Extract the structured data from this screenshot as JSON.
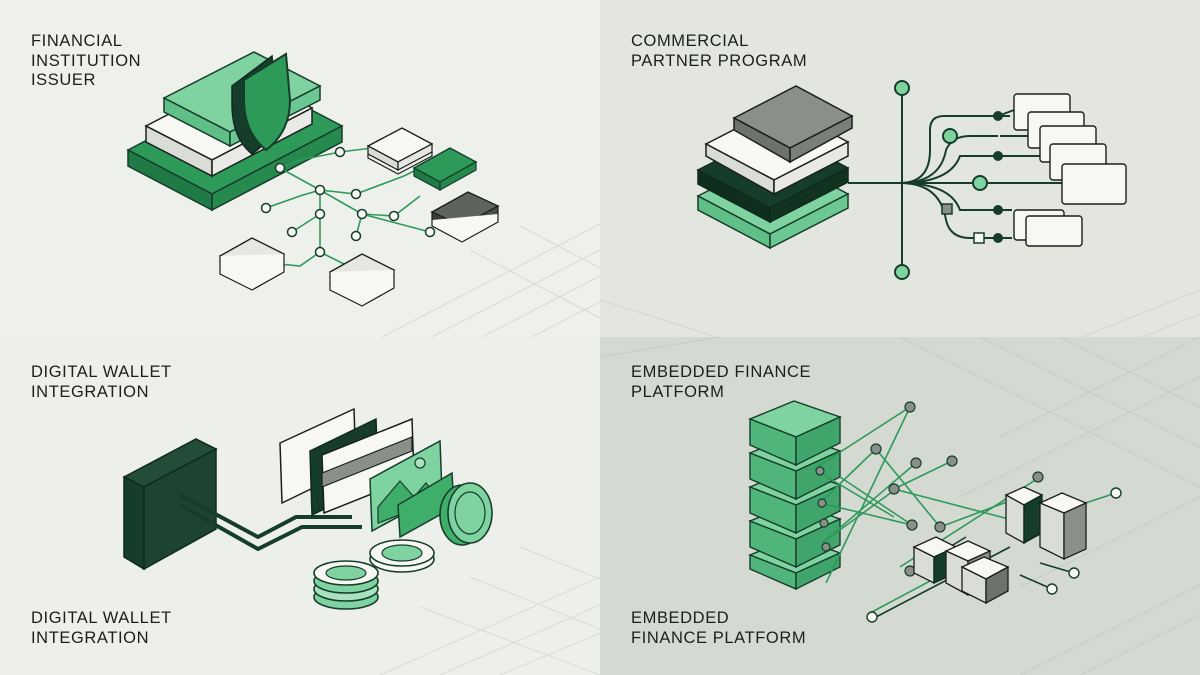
{
  "colors": {
    "dark_green": "#163d2a",
    "mid_green": "#2e9a5a",
    "light_green": "#7fd3a0",
    "pale_green": "#a8e2bf",
    "grey": "#8b8f8a",
    "paper": "#f7f7f3",
    "ink": "#1b1f1c"
  },
  "panels": [
    {
      "id": "financial-institution-issuer",
      "label_lines": [
        "FINANCIAL",
        "INSTITUTION",
        "ISSUER"
      ],
      "icons": [
        "shield-icon",
        "card-stack-icon",
        "network-node-icon"
      ]
    },
    {
      "id": "commercial-partner-program",
      "label_lines": [
        "COMMERCIAL",
        "PARTNER PROGRAM"
      ],
      "icons": [
        "layer-stack-icon",
        "branch-tree-icon",
        "document-card-icon"
      ]
    },
    {
      "id": "digital-wallet-integration",
      "label_lines": [
        "DIGITAL WALLET",
        "INTEGRATION"
      ],
      "caption_lines": [
        "DIGITAL WALLET",
        "INTEGRATION"
      ],
      "icons": [
        "terminal-icon",
        "payment-card-icon",
        "coin-icon",
        "image-card-icon"
      ]
    },
    {
      "id": "embedded-finance-platform",
      "label_lines": [
        "EMBEDDED FINANCE",
        "PLATFORM"
      ],
      "caption_lines": [
        "EMBEDDED",
        "FINANCE PLATFORM"
      ],
      "icons": [
        "server-stack-icon",
        "module-block-icon",
        "connection-line-icon"
      ]
    }
  ]
}
